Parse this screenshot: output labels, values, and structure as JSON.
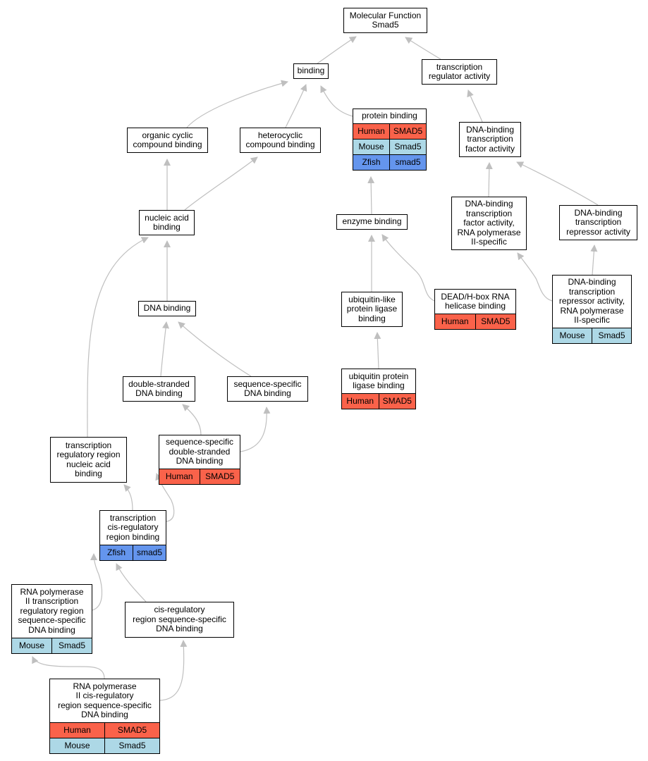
{
  "nodes": {
    "mf": {
      "lines": [
        "Molecular Function",
        "Smad5"
      ]
    },
    "binding": {
      "lines": [
        "binding"
      ]
    },
    "tra": {
      "lines": [
        "transcription",
        "regulator activity"
      ]
    },
    "protein": {
      "lines": [
        "protein binding"
      ],
      "orthologs": [
        {
          "species": "Human",
          "gene": "SMAD5"
        },
        {
          "species": "Mouse",
          "gene": "Smad5"
        },
        {
          "species": "Zfish",
          "gene": "smad5"
        }
      ]
    },
    "occb": {
      "lines": [
        "organic cyclic",
        "compound binding"
      ]
    },
    "hcb": {
      "lines": [
        "heterocyclic",
        "compound binding"
      ]
    },
    "dbtfa": {
      "lines": [
        "DNA-binding",
        "transcription",
        "factor activity"
      ]
    },
    "nab": {
      "lines": [
        "nucleic acid",
        "binding"
      ]
    },
    "enzyme": {
      "lines": [
        "enzyme binding"
      ]
    },
    "dbtfa2": {
      "lines": [
        "DNA-binding",
        "transcription",
        "factor activity,",
        "RNA polymerase",
        "II-specific"
      ]
    },
    "dbtra": {
      "lines": [
        "DNA-binding",
        "transcription",
        "repressor activity"
      ]
    },
    "dnab": {
      "lines": [
        "DNA binding"
      ]
    },
    "ulpl": {
      "lines": [
        "ubiquitin-like",
        "protein ligase",
        "binding"
      ]
    },
    "dead": {
      "lines": [
        "DEAD/H-box RNA",
        "helicase binding"
      ],
      "orthologs": [
        {
          "species": "Human",
          "gene": "SMAD5"
        }
      ]
    },
    "dbtra2": {
      "lines": [
        "DNA-binding",
        "transcription",
        "repressor activity,",
        "RNA polymerase",
        "II-specific"
      ],
      "orthologs": [
        {
          "species": "Mouse",
          "gene": "Smad5"
        }
      ]
    },
    "dsdb": {
      "lines": [
        "double-stranded",
        "DNA binding"
      ]
    },
    "ssdb": {
      "lines": [
        "sequence-specific",
        "DNA binding"
      ]
    },
    "upl": {
      "lines": [
        "ubiquitin protein",
        "ligase binding"
      ],
      "orthologs": [
        {
          "species": "Human",
          "gene": "SMAD5"
        }
      ]
    },
    "trrnab": {
      "lines": [
        "transcription",
        "regulatory region",
        "nucleic acid",
        "binding"
      ]
    },
    "ssdsdb": {
      "lines": [
        "sequence-specific",
        "double-stranded",
        "DNA binding"
      ],
      "orthologs": [
        {
          "species": "Human",
          "gene": "SMAD5"
        }
      ]
    },
    "tcrrb": {
      "lines": [
        "transcription",
        "cis-regulatory",
        "region binding"
      ],
      "orthologs": [
        {
          "species": "Zfish",
          "gene": "smad5"
        }
      ]
    },
    "rp2tr": {
      "lines": [
        "RNA polymerase",
        "II transcription",
        "regulatory region",
        "sequence-specific",
        "DNA binding"
      ],
      "orthologs": [
        {
          "species": "Mouse",
          "gene": "Smad5"
        }
      ]
    },
    "crrss": {
      "lines": [
        "cis-regulatory",
        "region sequence-specific",
        "DNA binding"
      ]
    },
    "rp2cr": {
      "lines": [
        "RNA polymerase",
        "II cis-regulatory",
        "region sequence-specific",
        "DNA binding"
      ],
      "orthologs": [
        {
          "species": "Human",
          "gene": "SMAD5"
        },
        {
          "species": "Mouse",
          "gene": "Smad5"
        }
      ]
    }
  },
  "edges": [
    {
      "from": "binding",
      "to": "mf"
    },
    {
      "from": "tra",
      "to": "mf"
    },
    {
      "from": "occb",
      "to": "binding"
    },
    {
      "from": "hcb",
      "to": "binding"
    },
    {
      "from": "protein",
      "to": "binding"
    },
    {
      "from": "dbtfa",
      "to": "tra"
    },
    {
      "from": "nab",
      "to": "occb"
    },
    {
      "from": "nab",
      "to": "hcb"
    },
    {
      "from": "enzyme",
      "to": "protein"
    },
    {
      "from": "dbtfa2",
      "to": "dbtfa"
    },
    {
      "from": "dbtra",
      "to": "dbtfa"
    },
    {
      "from": "dnab",
      "to": "nab"
    },
    {
      "from": "trrnab",
      "to": "nab"
    },
    {
      "from": "ulpl",
      "to": "enzyme"
    },
    {
      "from": "dead",
      "to": "enzyme"
    },
    {
      "from": "dbtra2",
      "to": "dbtfa2"
    },
    {
      "from": "dbtra2",
      "to": "dbtra"
    },
    {
      "from": "dsdb",
      "to": "dnab"
    },
    {
      "from": "ssdb",
      "to": "dnab"
    },
    {
      "from": "upl",
      "to": "ulpl"
    },
    {
      "from": "ssdsdb",
      "to": "dsdb"
    },
    {
      "from": "ssdsdb",
      "to": "ssdb"
    },
    {
      "from": "tcrrb",
      "to": "trrnab"
    },
    {
      "from": "tcrrb",
      "to": "ssdsdb"
    },
    {
      "from": "rp2tr",
      "to": "tcrrb"
    },
    {
      "from": "crrss",
      "to": "tcrrb"
    },
    {
      "from": "rp2cr",
      "to": "rp2tr"
    },
    {
      "from": "rp2cr",
      "to": "crrss"
    }
  ],
  "colors": {
    "Human": "#fa624a",
    "Mouse": "#add8e6",
    "Zfish": "#6495ed",
    "edge": "#bfbfbf"
  }
}
